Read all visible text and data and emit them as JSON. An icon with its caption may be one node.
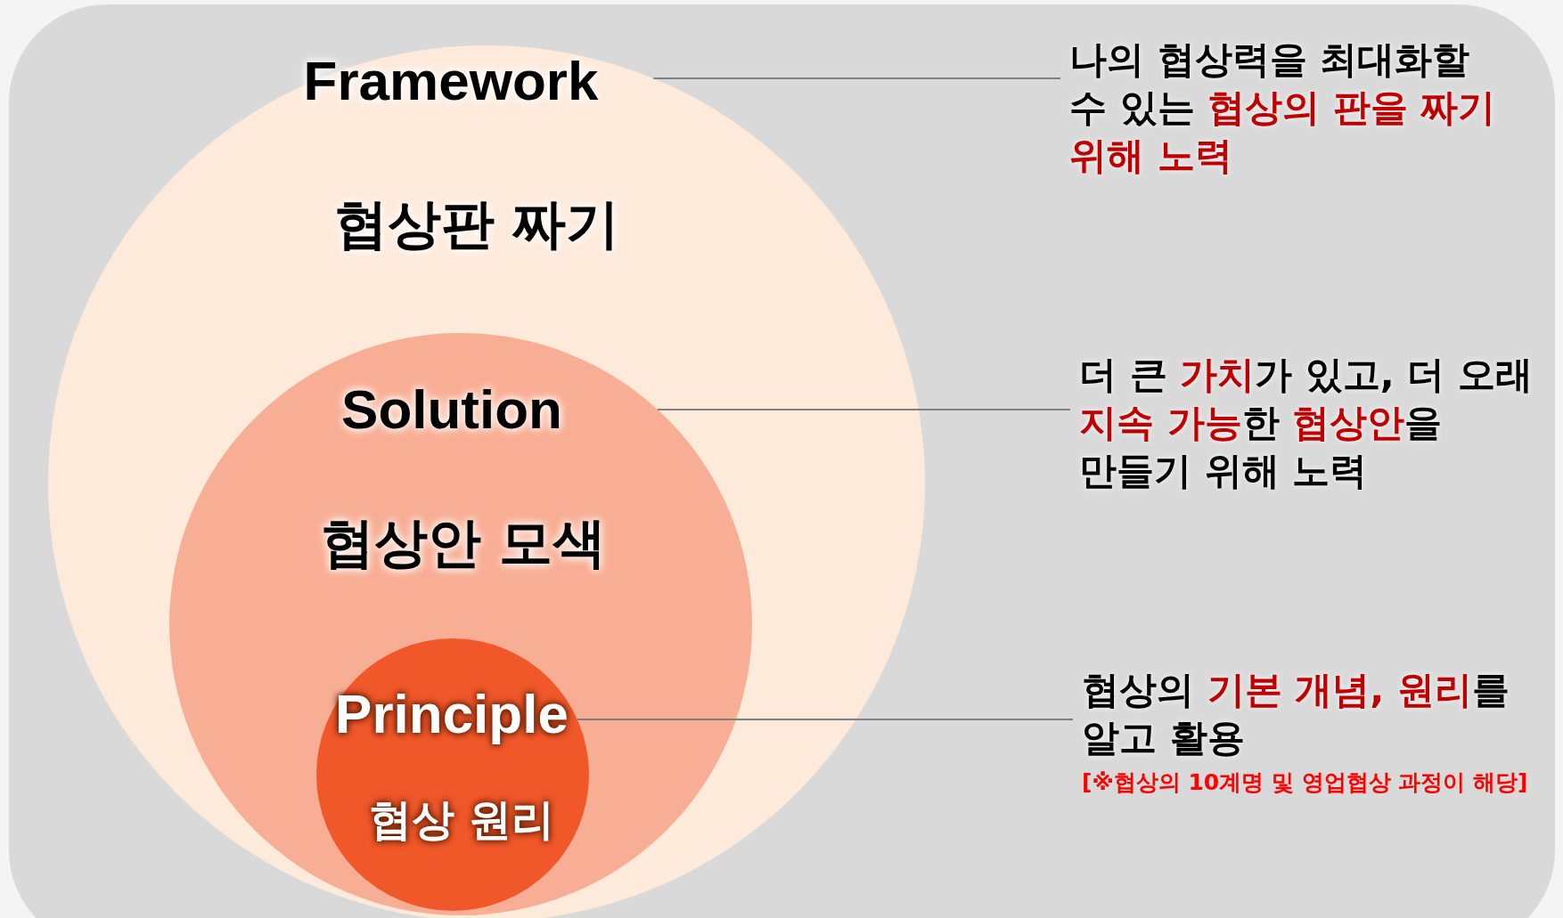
{
  "diagram": {
    "nodes": [
      {
        "text": [
          "Framework",
          "협상판 짜기"
        ]
      },
      {
        "text": [
          "Solution",
          "협상안 모색"
        ],
        "in": 0
      },
      {
        "text": [
          "Principle",
          "협상 원리"
        ],
        "in": 1
      },
      {
        "text": [
          "나의 협상력을 최대화할 수 있는 **협상의 판을 짜기 위해 노력**"
        ]
      },
      {
        "text": [
          "더 큰 **가치**가 있고, 더 오래 **지속 가능**한 **협상안**을 만들기 위해 노력"
        ]
      },
      {
        "text": [
          "협상의 **기본 개념, 원리**를 알고 활용",
          "[※협상의 10계명 및 영업협상 과정이 해당]"
        ]
      }
    ],
    "edges": [
      {
        "from": 3,
        "to": 0,
        "arrow": "none"
      },
      {
        "from": 4,
        "to": 1,
        "arrow": "none"
      },
      {
        "from": 5,
        "to": 2,
        "arrow": "none"
      }
    ]
  }
}
